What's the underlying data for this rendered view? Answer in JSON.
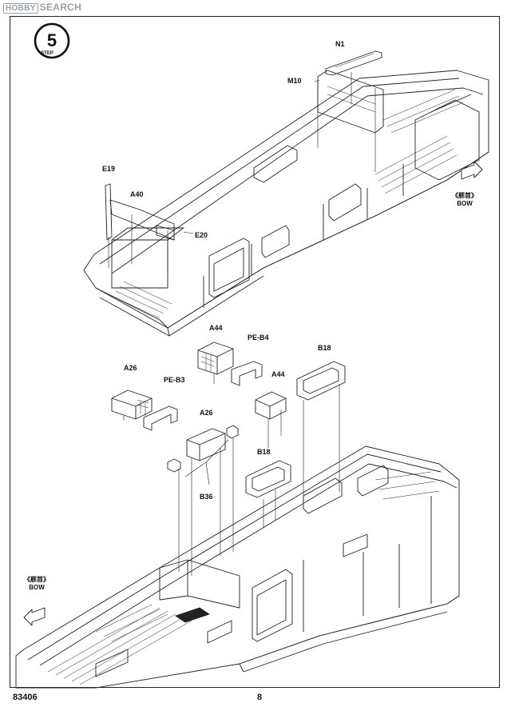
{
  "watermark": {
    "logo": "HOBBY",
    "text": "SEARCH"
  },
  "step": {
    "number": "5",
    "word": "STEP"
  },
  "labels": {
    "n1": "N1",
    "m10": "M10",
    "e19": "E19",
    "a40": "A40",
    "e20": "E20",
    "a44_top": "A44",
    "pe_b4": "PE-B4",
    "b18_top": "B18",
    "a26_left": "A26",
    "pe_b3": "PE-B3",
    "a44_mid": "A44",
    "a26_mid": "A26",
    "b18_mid": "B18",
    "b36": "B36"
  },
  "bow_top": {
    "cn": "《舰首》",
    "en": "BOW"
  },
  "bow_bottom": {
    "cn": "《舰首》",
    "en": "BOW"
  },
  "footer": {
    "code": "83406",
    "page": "8"
  }
}
